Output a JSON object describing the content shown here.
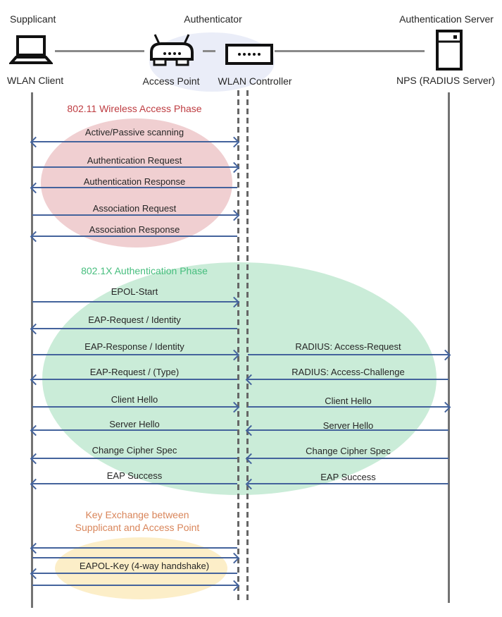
{
  "actors": {
    "supplicant": {
      "role": "Supplicant",
      "device": "WLAN Client"
    },
    "authenticator": {
      "role": "Authenticator",
      "access_point": "Access Point",
      "controller": "WLAN Controller"
    },
    "auth_server": {
      "role": "Authentication Server",
      "device": "NPS (RADIUS Server)"
    }
  },
  "phases": [
    {
      "title": "802.11 Wireless Access Phase",
      "color": "#BE3C41"
    },
    {
      "title": "802.1X Authentication Phase",
      "color": "#47BE7E"
    },
    {
      "title_line1": "Key Exchange between",
      "title_line2": "Supplicant and Access Point",
      "color": "#D9855A"
    }
  ],
  "icons": [
    "laptop-icon",
    "access-point-icon",
    "wlan-controller-icon",
    "server-icon"
  ],
  "colors": {
    "arrow_blue": "#44639C",
    "lifeline_gray": "#737373",
    "phase1_fill": "#F0CFD1",
    "phase2_fill": "#CAECD8",
    "phase3_fill": "#FCEEC8",
    "authenticator_fill": "#EAEDF8"
  },
  "messages": [
    {
      "label": "Active/Passive scanning",
      "direction": "both",
      "segment": "left"
    },
    {
      "label": "Authentication Request",
      "direction": "right",
      "segment": "left"
    },
    {
      "label": "Authentication Response",
      "direction": "left",
      "segment": "left"
    },
    {
      "label": "Association Request",
      "direction": "right",
      "segment": "left"
    },
    {
      "label": "Association Response",
      "direction": "left",
      "segment": "left"
    },
    {
      "label": "EPOL-Start",
      "direction": "right",
      "segment": "left"
    },
    {
      "label": "EAP-Request / Identity",
      "direction": "left",
      "segment": "left"
    },
    {
      "label": "EAP-Response / Identity",
      "direction": "right",
      "segment": "left"
    },
    {
      "label": "RADIUS: Access-Request",
      "direction": "right",
      "segment": "right"
    },
    {
      "label": "EAP-Request / (Type)",
      "direction": "left",
      "segment": "left"
    },
    {
      "label": "RADIUS: Access-Challenge",
      "direction": "left",
      "segment": "right"
    },
    {
      "label": "Client Hello",
      "direction": "right",
      "segment": "left"
    },
    {
      "label": "Client Hello",
      "direction": "right",
      "segment": "right"
    },
    {
      "label": "Server Hello",
      "direction": "left",
      "segment": "left"
    },
    {
      "label": "Server Hello",
      "direction": "left",
      "segment": "right"
    },
    {
      "label": "Change Cipher Spec",
      "direction": "left",
      "segment": "left"
    },
    {
      "label": "Change Cipher Spec",
      "direction": "left",
      "segment": "right"
    },
    {
      "label": "EAP Success",
      "direction": "left",
      "segment": "left"
    },
    {
      "label": "EAP Success",
      "direction": "left",
      "segment": "right"
    },
    {
      "label": "EAPOL-Key (4-way handshake)",
      "direction": "4way",
      "segment": "left"
    }
  ]
}
